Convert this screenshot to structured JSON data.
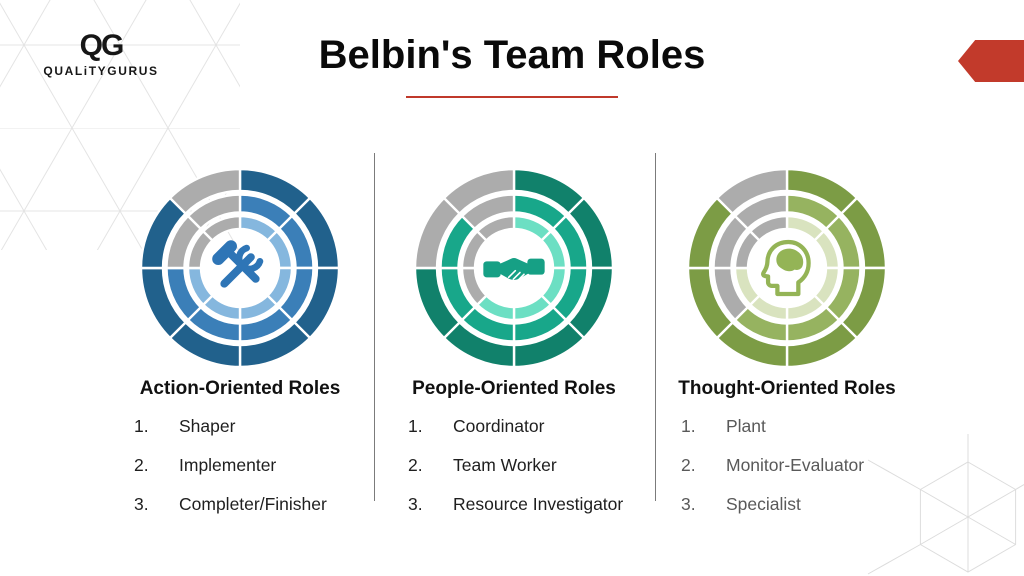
{
  "brand": {
    "logo_mark": "QG",
    "logo_name": "QUALiTYGURUS"
  },
  "header": {
    "title": "Belbin's Team Roles",
    "underline_color": "#C0392B"
  },
  "decor": {
    "corner_tag_color": "#C23A2B"
  },
  "list_numbers": [
    "1.",
    "2.",
    "3."
  ],
  "columns": [
    {
      "heading": "Action-Oriented Roles",
      "items": [
        "Shaper",
        "Implementer",
        "Completer/Finisher"
      ],
      "items_color": "#1F1F1F",
      "icon": "hammer-wrench-icon",
      "wheel": {
        "ring_colors": {
          "outer": "#21618C",
          "middle": "#3B7FB8",
          "inner": "#85B7DE"
        },
        "inactive_color": "#ACACAC",
        "icon_color": "#2E75B6",
        "inactive_spans": {
          "outer": [
            315,
            360
          ],
          "middle": [
            270,
            360
          ],
          "inner": [
            270,
            360
          ]
        }
      }
    },
    {
      "heading": "People-Oriented Roles",
      "items": [
        "Coordinator",
        "Team Worker",
        "Resource Investigator"
      ],
      "items_color": "#1F1F1F",
      "icon": "handshake-icon",
      "wheel": {
        "ring_colors": {
          "outer": "#11816B",
          "middle": "#18A78A",
          "inner": "#6CDFC3"
        },
        "inactive_color": "#ACACAC",
        "icon_color": "#16A085",
        "inactive_spans": {
          "outer": [
            270,
            360
          ],
          "middle": [
            315,
            360
          ],
          "inner": [
            225,
            360
          ]
        }
      }
    },
    {
      "heading": "Thought-Oriented Roles",
      "items": [
        "Plant",
        "Monitor-Evaluator",
        "Specialist"
      ],
      "items_color": "#595959",
      "icon": "head-brain-icon",
      "wheel": {
        "ring_colors": {
          "outer": "#7C9C45",
          "middle": "#96B360",
          "inner": "#D9E3BF"
        },
        "inactive_color": "#ACACAC",
        "icon_color": "#94B456",
        "inactive_spans": {
          "outer": [
            315,
            360
          ],
          "middle": [
            225,
            360
          ],
          "inner": [
            270,
            360
          ]
        }
      }
    }
  ]
}
